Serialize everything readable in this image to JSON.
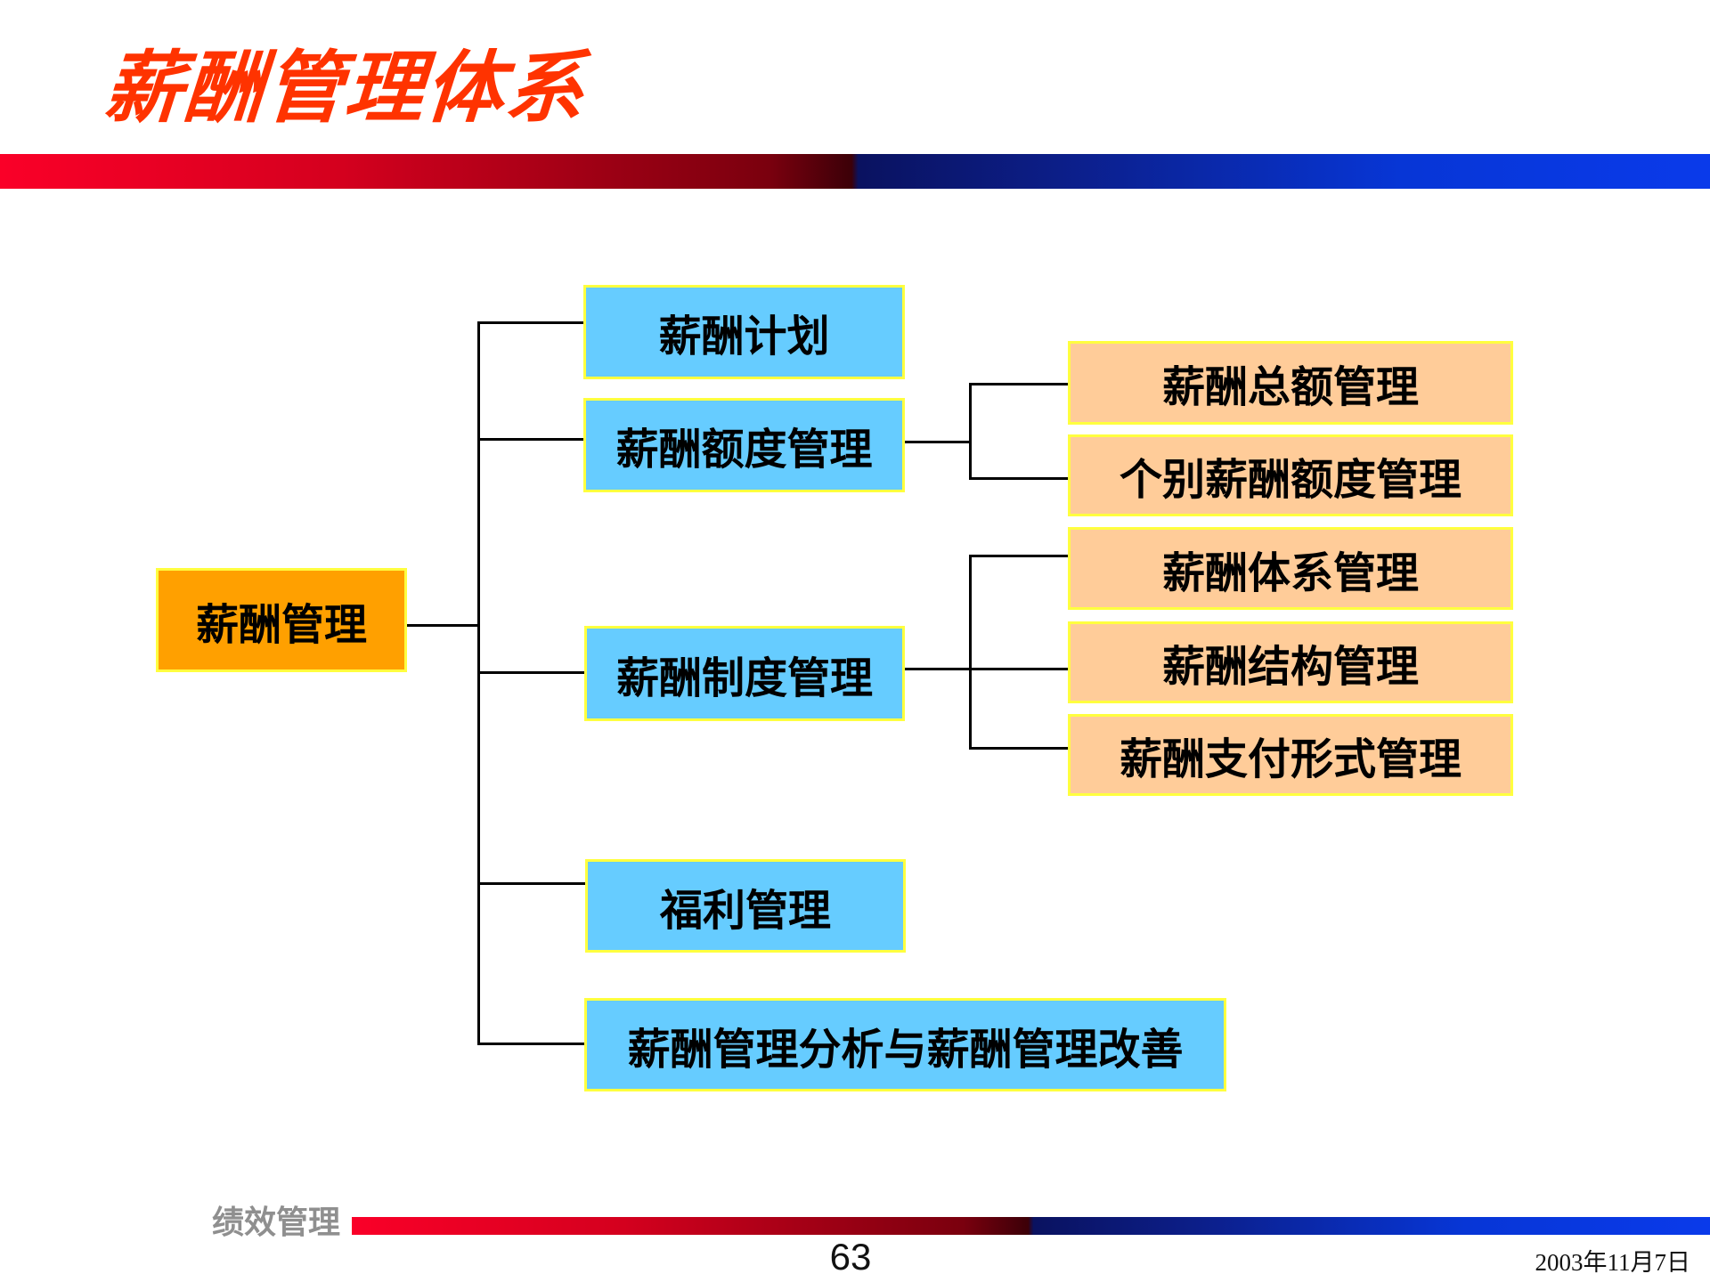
{
  "slide": {
    "title": "薪酬管理体系",
    "footer_label": "绩效管理",
    "page_number": "63",
    "date": "2003年11月7日"
  },
  "colors": {
    "title_red": "#FF3300",
    "root_fill": "#FFA000",
    "level2_fill": "#66CCFF",
    "level3_fill": "#FFCC99",
    "node_border_yellow": "#FFFF3F",
    "bar_red_left": "#FA0028",
    "bar_blue_right": "#0A3AEA",
    "connector_black": "#000000",
    "footer_gray": "#8F8F8F"
  },
  "tree": {
    "root": {
      "label": "薪酬管理"
    },
    "children": [
      {
        "label": "薪酬计划",
        "children": []
      },
      {
        "label": "薪酬额度管理",
        "children": [
          {
            "label": "薪酬总额管理"
          },
          {
            "label": "个别薪酬额度管理"
          }
        ]
      },
      {
        "label": "薪酬制度管理",
        "children": [
          {
            "label": "薪酬体系管理"
          },
          {
            "label": "薪酬结构管理"
          },
          {
            "label": "薪酬支付形式管理"
          }
        ]
      },
      {
        "label": "福利管理",
        "children": []
      },
      {
        "label": "薪酬管理分析与薪酬管理改善",
        "children": []
      }
    ]
  }
}
